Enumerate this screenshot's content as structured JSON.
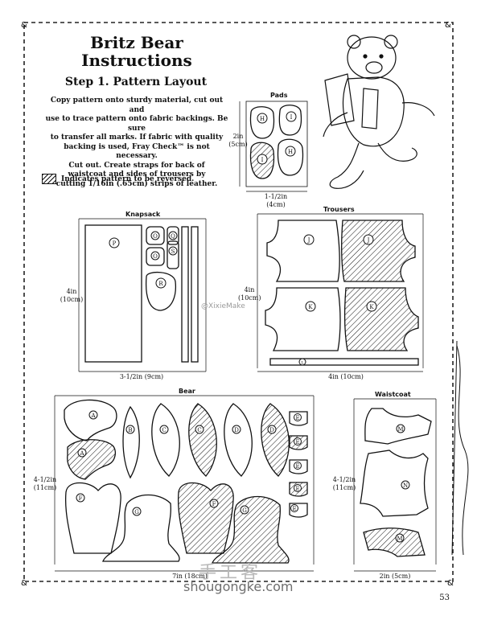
{
  "header": {
    "title_line1": "Britz Bear",
    "title_line2": "Instructions",
    "step": "Step 1.  Pattern Layout"
  },
  "intro": {
    "line1": "Copy pattern onto sturdy material, cut out and",
    "line2": "use to trace pattern onto fabric backings. Be sure",
    "line3": "to transfer all marks. If fabric with quality",
    "line4": "backing is used, Fray Check™ is not necessary.",
    "line5": "Cut out. Create straps for back of",
    "line6": "waistcoat and sides of trousers by",
    "line7": "cutting 1/16in (.65cm) strips of leather."
  },
  "legend": {
    "text": "Indicates pattern to be reversed."
  },
  "sections": {
    "pads": {
      "label": "Pads",
      "height": "2in",
      "height_metric": "(5cm)",
      "width": "1-1/2in",
      "width_metric": "(4cm)"
    },
    "knapsack": {
      "label": "Knapsack",
      "height": "4in",
      "height_metric": "(10cm)",
      "width": "3-1/2in (9cm)"
    },
    "trousers": {
      "label": "Trousers",
      "height": "4in",
      "height_metric": "(10cm)",
      "width": "4in (10cm)"
    },
    "bear": {
      "label": "Bear",
      "height": "4-1/2in",
      "height_metric": "(11cm)",
      "width": "7in (18cm)"
    },
    "waistcoat": {
      "label": "Waistcoat",
      "height": "4-1/2in",
      "height_metric": "(11cm)",
      "width": "2in (5cm)"
    }
  },
  "pieces": {
    "H": "H",
    "I": "I",
    "P": "P",
    "O": "O",
    "Q": "Q",
    "S": "S",
    "R": "R",
    "L": "L",
    "J": "J",
    "K": "K",
    "A": "A",
    "B": "B",
    "C": "C",
    "D": "D",
    "E": "E",
    "F": "F",
    "G": "G",
    "M": "M",
    "N": "N"
  },
  "page_number": "53",
  "watermarks": {
    "handle": "@XixieMake",
    "chinese": "手工客",
    "site": "shougongke.com"
  }
}
